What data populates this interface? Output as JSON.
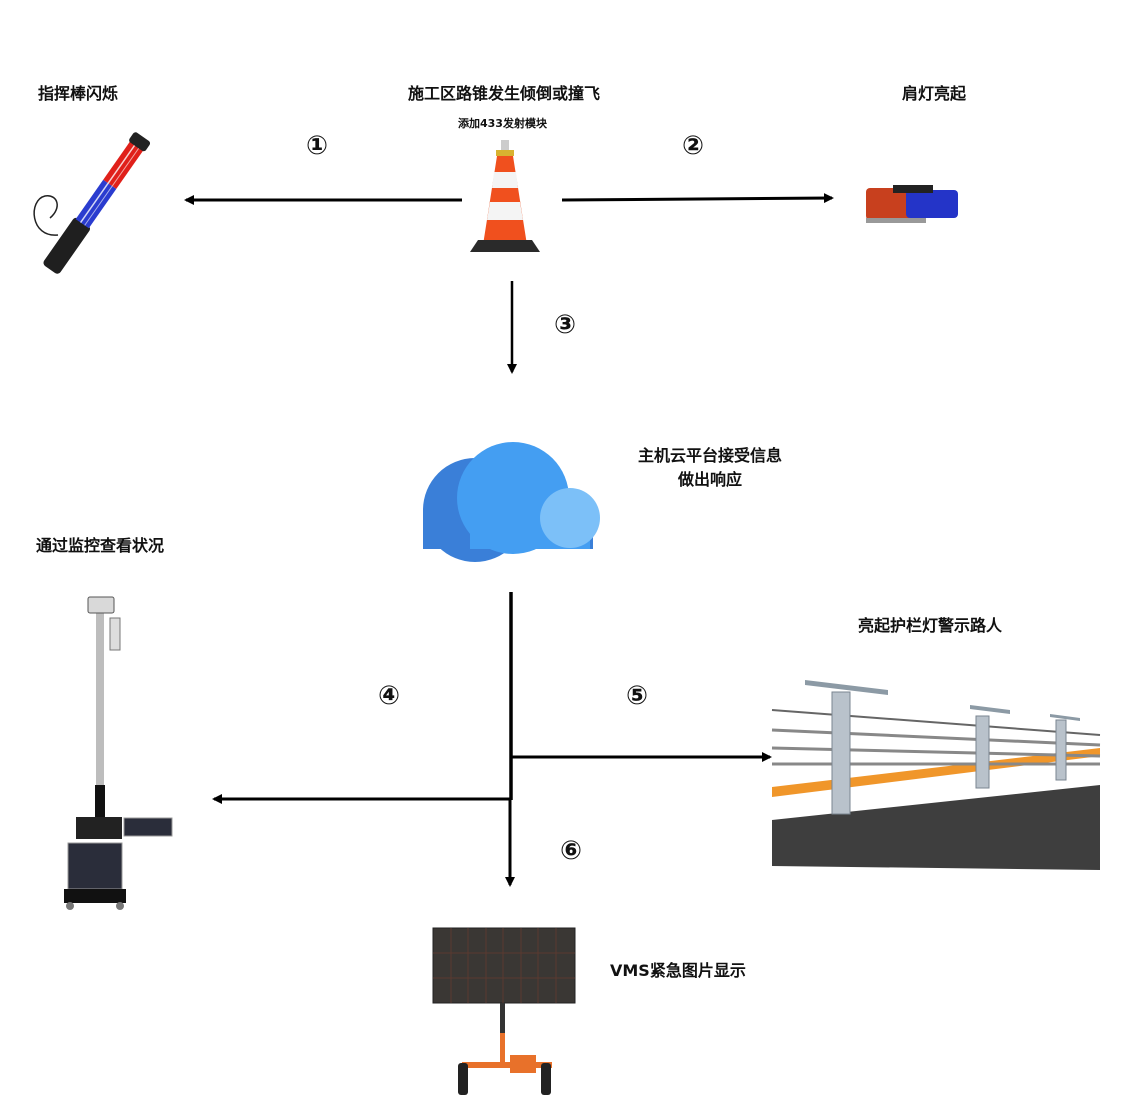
{
  "nodes": {
    "trigger": {
      "title": "施工区路锥发生倾倒或撞飞",
      "subtitle": "添加433发射模块",
      "icon": "traffic-cone"
    },
    "baton": {
      "title": "指挥棒闪烁",
      "icon": "traffic-baton"
    },
    "shoulder_light": {
      "title": "肩灯亮起",
      "icon": "shoulder-warning-light"
    },
    "cloud": {
      "title_line1": "主机云平台接受信息",
      "title_line2": "做出响应",
      "icon": "cloud"
    },
    "monitor": {
      "title": "通过监控查看状况",
      "icon": "solar-surveillance-tower"
    },
    "guardrail": {
      "title": "亮起护栏灯警示路人",
      "icon": "guardrail-lights"
    },
    "vms": {
      "title": "VMS紧急图片显示",
      "icon": "vms-trailer-sign"
    }
  },
  "steps": {
    "s1": "①",
    "s2": "②",
    "s3": "③",
    "s4": "④",
    "s5": "⑤",
    "s6": "⑥"
  },
  "edges": [
    {
      "from": "trigger",
      "to": "baton",
      "step": "①"
    },
    {
      "from": "trigger",
      "to": "shoulder_light",
      "step": "②"
    },
    {
      "from": "trigger",
      "to": "cloud",
      "step": "③"
    },
    {
      "from": "cloud",
      "to": "monitor",
      "step": "④"
    },
    {
      "from": "cloud",
      "to": "guardrail",
      "step": "⑤"
    },
    {
      "from": "cloud",
      "to": "vms",
      "step": "⑥"
    }
  ],
  "colors": {
    "cone_orange": "#f0501e",
    "cloud_dark": "#3a7fd8",
    "cloud_mid": "#449ef2",
    "cloud_light": "#7cc0f8",
    "baton_red": "#e0201a",
    "baton_blue": "#2a3ccf",
    "trailer_orange": "#e8712a",
    "guard_orange": "#f0962a"
  }
}
